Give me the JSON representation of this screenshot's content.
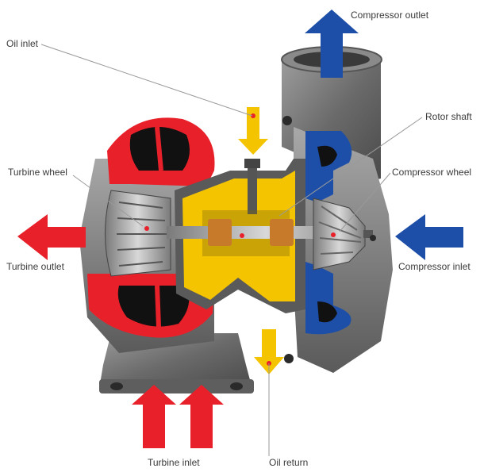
{
  "labels": {
    "compressor_outlet": "Compressor outlet",
    "oil_inlet": "Oil inlet",
    "rotor_shaft": "Rotor shaft",
    "turbine_wheel": "Turbine wheel",
    "compressor_wheel": "Compressor wheel",
    "turbine_outlet": "Turbine outlet",
    "compressor_inlet": "Compressor inlet",
    "turbine_inlet": "Turbine inlet",
    "oil_return": "Oil return"
  },
  "colors": {
    "hot_flow": "#e8202a",
    "cold_flow": "#1d4fa8",
    "oil": "#f5c400",
    "housing": "#6e6e6e",
    "leader_line": "#9a9a9a"
  }
}
